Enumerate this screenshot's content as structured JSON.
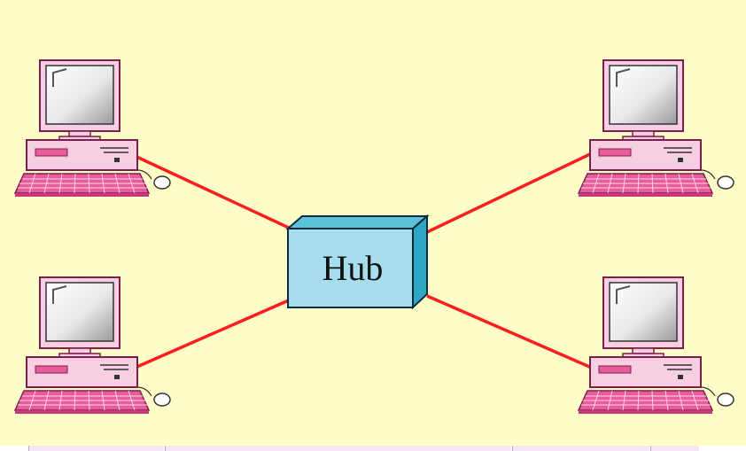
{
  "diagram": {
    "title": "",
    "hub": {
      "label": "Hub"
    },
    "computers": [
      {
        "id": "computer-top-left"
      },
      {
        "id": "computer-top-right"
      },
      {
        "id": "computer-bottom-left"
      },
      {
        "id": "computer-bottom-right"
      }
    ],
    "links": [
      {
        "from": "computer-top-left",
        "to": "hub"
      },
      {
        "from": "computer-top-right",
        "to": "hub"
      },
      {
        "from": "computer-bottom-left",
        "to": "hub"
      },
      {
        "from": "computer-bottom-right",
        "to": "hub"
      }
    ],
    "colors": {
      "background": "#fffdc8",
      "link": "#ff1e1e",
      "hub_front": "#a8ddee",
      "hub_top": "#5cc2dc",
      "hub_side": "#2ea6c6",
      "computer_body": "#f8cfe2",
      "computer_outline": "#7a1e4a",
      "keyboard": "#e85c9c"
    },
    "icons": [
      "desktop-computer-icon",
      "network-hub-icon"
    ]
  }
}
